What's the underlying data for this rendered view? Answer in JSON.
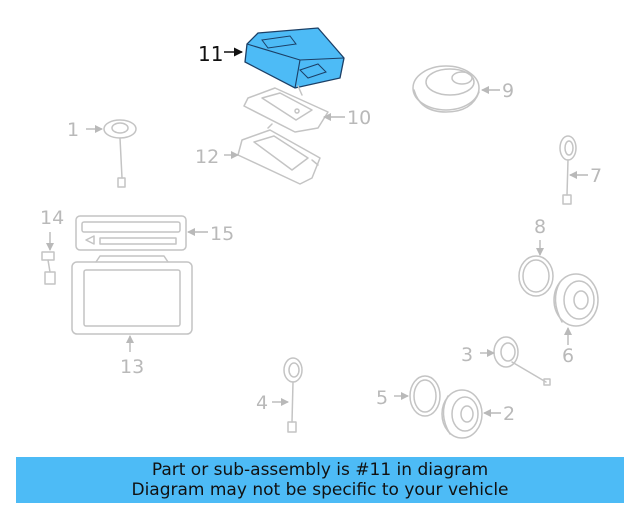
{
  "diagram": {
    "highlight_color": "#4dbbf6",
    "highlighted_part": "11",
    "callouts": {
      "c1": "1",
      "c2": "2",
      "c3": "3",
      "c4": "4",
      "c5": "5",
      "c6": "6",
      "c7": "7",
      "c8": "8",
      "c9": "9",
      "c10": "10",
      "c11": "11",
      "c12": "12",
      "c13": "13",
      "c14": "14",
      "c15": "15"
    }
  },
  "banner": {
    "line1": "Part or sub-assembly is #11 in diagram",
    "line2": "Diagram may not be specific to your vehicle",
    "background": "#4dbbf6"
  }
}
